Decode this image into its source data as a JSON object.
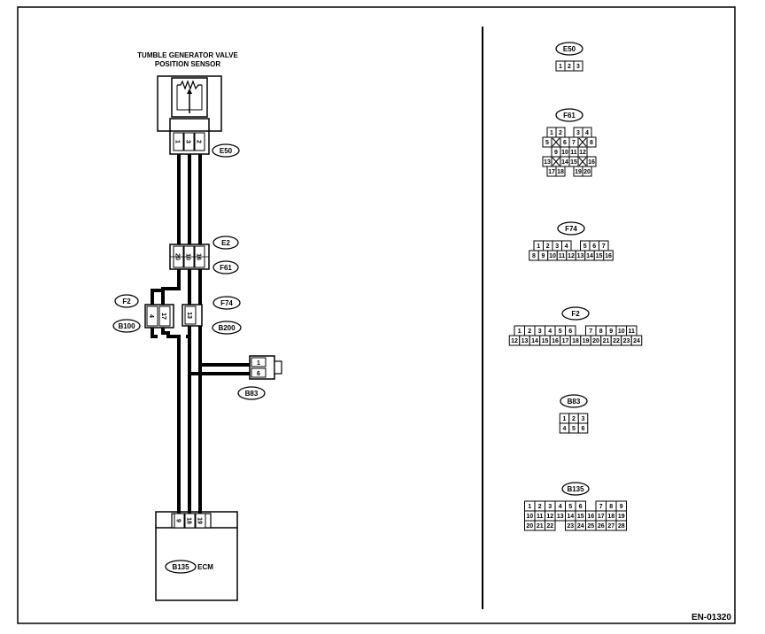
{
  "sensor": {
    "title_line1": "TUMBLE GENERATOR VALVE",
    "title_line2": "POSITION SENSOR",
    "pins": [
      "1",
      "3",
      "2"
    ],
    "connector": "E50"
  },
  "mid_connector": {
    "pins": [
      "20",
      "10",
      "16"
    ],
    "label_top": "E2",
    "label_bottom": "F61"
  },
  "left_connector": {
    "pins": [
      "4",
      "17"
    ],
    "label_top": "F2",
    "label_bottom": "B100"
  },
  "right_connector": {
    "pins": [
      "13"
    ],
    "label_top": "F74",
    "label_bottom": "B200"
  },
  "b83_connector": {
    "pins": [
      "1",
      "6"
    ],
    "label": "B83"
  },
  "ecm": {
    "pins": [
      "9",
      "18",
      "19"
    ],
    "connector": "B135",
    "label": "ECM"
  },
  "connector_views": {
    "E50": {
      "label": "E50",
      "rows": [
        [
          "1",
          "2",
          "3"
        ]
      ]
    },
    "F61": {
      "label": "F61",
      "rows": [
        [
          "1",
          "2",
          "",
          "3",
          "4"
        ],
        [
          "5",
          "X",
          "6",
          "7",
          "X",
          "8"
        ],
        [
          "9",
          "10",
          "11",
          "12"
        ],
        [
          "13",
          "X",
          "14",
          "15",
          "X",
          "16"
        ],
        [
          "17",
          "18",
          "",
          "19",
          "20"
        ]
      ]
    },
    "F74": {
      "label": "F74",
      "rows": [
        [
          "1",
          "2",
          "3",
          "4",
          "",
          "5",
          "6",
          "7"
        ],
        [
          "8",
          "9",
          "10",
          "11",
          "12",
          "13",
          "14",
          "15",
          "16"
        ]
      ]
    },
    "F2": {
      "label": "F2",
      "rows": [
        [
          "1",
          "2",
          "3",
          "4",
          "5",
          "6",
          "",
          "7",
          "8",
          "9",
          "10",
          "11"
        ],
        [
          "12",
          "13",
          "14",
          "15",
          "16",
          "17",
          "18",
          "19",
          "20",
          "21",
          "22",
          "23",
          "24"
        ]
      ]
    },
    "B83": {
      "label": "B83",
      "rows": [
        [
          "1",
          "2",
          "3"
        ],
        [
          "4",
          "5",
          "6"
        ]
      ]
    },
    "B135": {
      "label": "B135",
      "rows": [
        [
          "1",
          "2",
          "3",
          "4",
          "5",
          "6",
          "",
          "7",
          "8",
          "9"
        ],
        [
          "10",
          "11",
          "12",
          "13",
          "14",
          "15",
          "16",
          "17",
          "18",
          "19"
        ],
        [
          "20",
          "21",
          "22",
          "",
          "23",
          "24",
          "25",
          "26",
          "27",
          "28"
        ]
      ]
    }
  },
  "figure_code": "EN-01320"
}
